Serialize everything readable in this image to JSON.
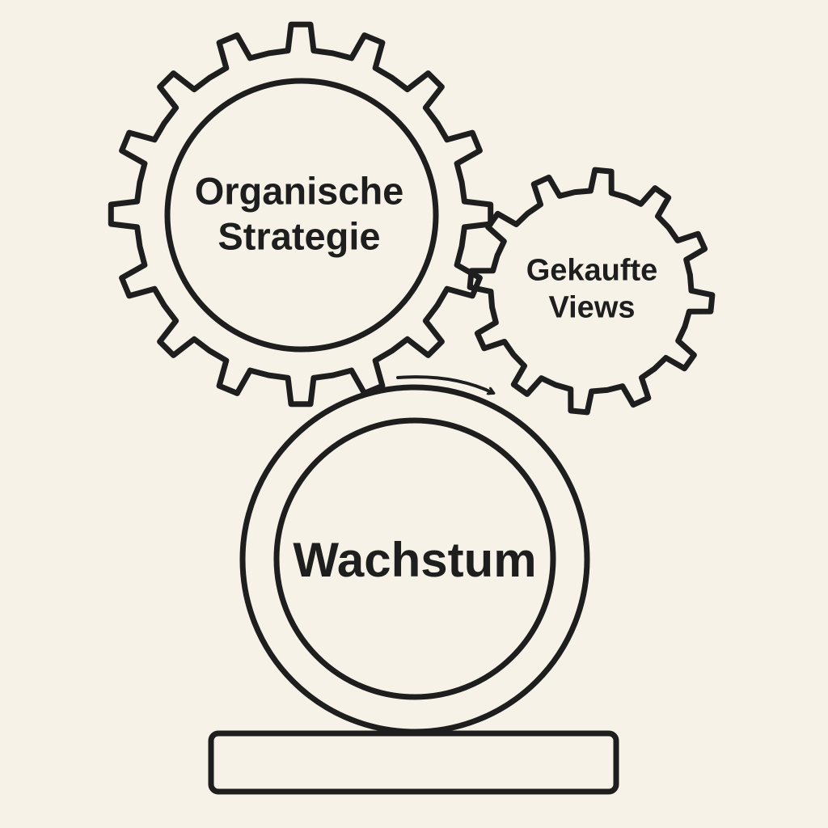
{
  "gears": {
    "organic": {
      "line1": "Organische",
      "line2": "Strategie",
      "teeth": 16
    },
    "bought": {
      "line1": "Gekaufte",
      "line2": "Views",
      "teeth": 12
    }
  },
  "wheel": {
    "label": "Wachstum"
  },
  "colors": {
    "background": "#f6f2e8",
    "stroke": "#1e1e1e"
  }
}
